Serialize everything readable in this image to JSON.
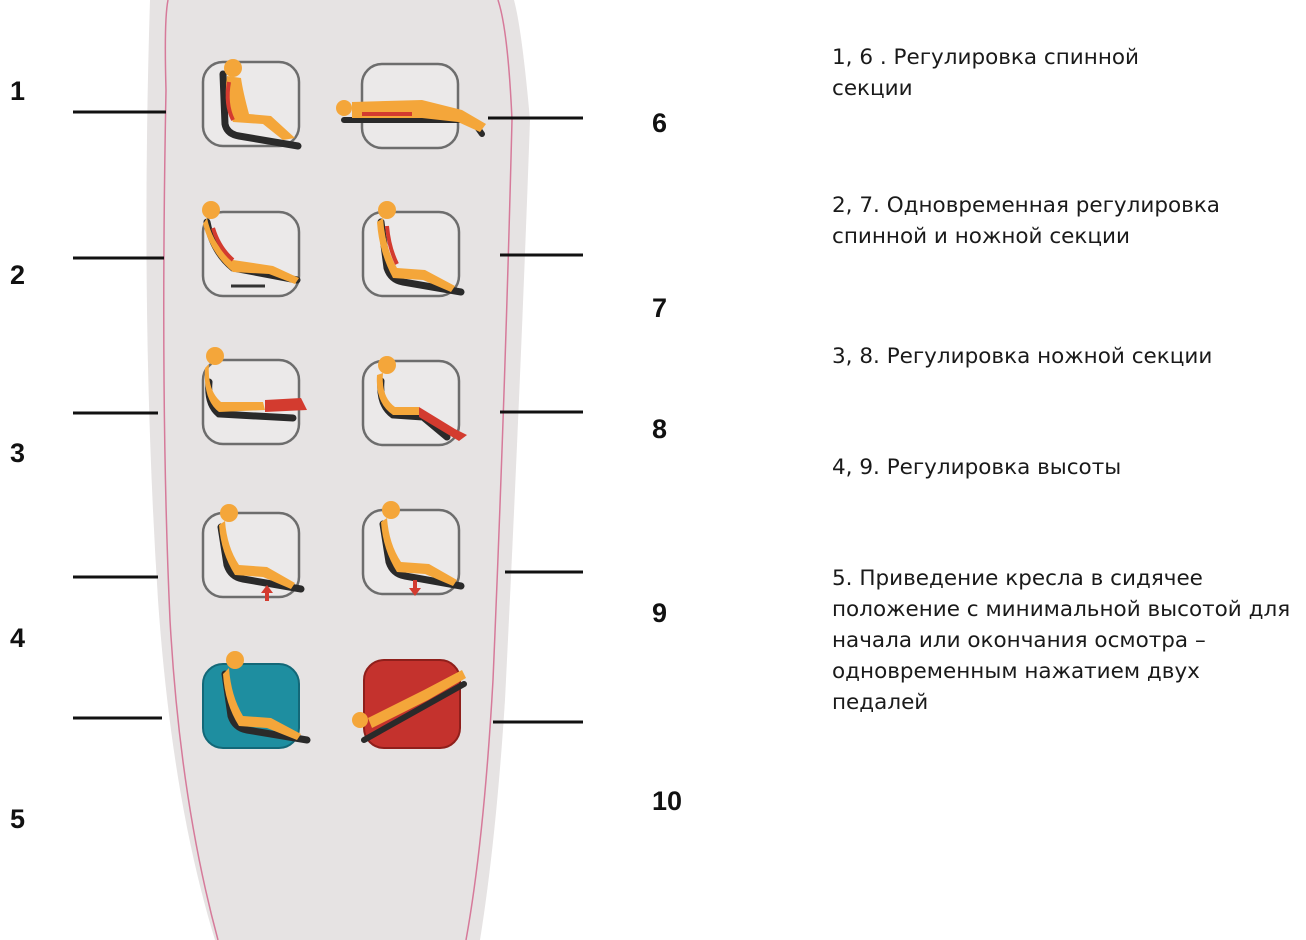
{
  "labels": {
    "left": [
      "1",
      "2",
      "3",
      "4",
      "5"
    ],
    "right": [
      "6",
      "7",
      "8",
      "9",
      "10"
    ]
  },
  "descriptions": [
    "1, 6 . Регулировка спинной секции",
    "2, 7. Одновременная регулировка спинной и ножной секции",
    "3, 8. Регулировка ножной секции",
    "4, 9.  Регулировка высоты",
    "5. Приведение кресла в сидячее положение с минимальной высотой для начала или окончания осмотра – одновременным нажатием двух педалей"
  ],
  "buttons": [
    {
      "id": 1,
      "icon": "chair-backrest-up-icon"
    },
    {
      "id": 6,
      "icon": "chair-backrest-down-icon"
    },
    {
      "id": 2,
      "icon": "chair-back-and-leg-down-icon"
    },
    {
      "id": 7,
      "icon": "chair-back-and-leg-up-icon"
    },
    {
      "id": 3,
      "icon": "chair-legrest-up-icon"
    },
    {
      "id": 8,
      "icon": "chair-legrest-down-icon"
    },
    {
      "id": 4,
      "icon": "chair-height-up-icon"
    },
    {
      "id": 9,
      "icon": "chair-height-down-icon"
    },
    {
      "id": 5,
      "icon": "chair-sitting-position-icon"
    },
    {
      "id": 10,
      "icon": "chair-flat-position-icon"
    }
  ],
  "colors": {
    "panel": "#e6e3e3",
    "panel_outline": "#d67a9a",
    "button_face": "#ebe9e9",
    "button_border": "#6d6d6d",
    "figure": "#f4a63a",
    "figure_dark": "#d98a22",
    "accent_red": "#d33b2f",
    "chair_dark": "#2a2a2a",
    "teal_button": "#1e8ea0",
    "red_button": "#c4322d",
    "leader_line": "#111111"
  }
}
